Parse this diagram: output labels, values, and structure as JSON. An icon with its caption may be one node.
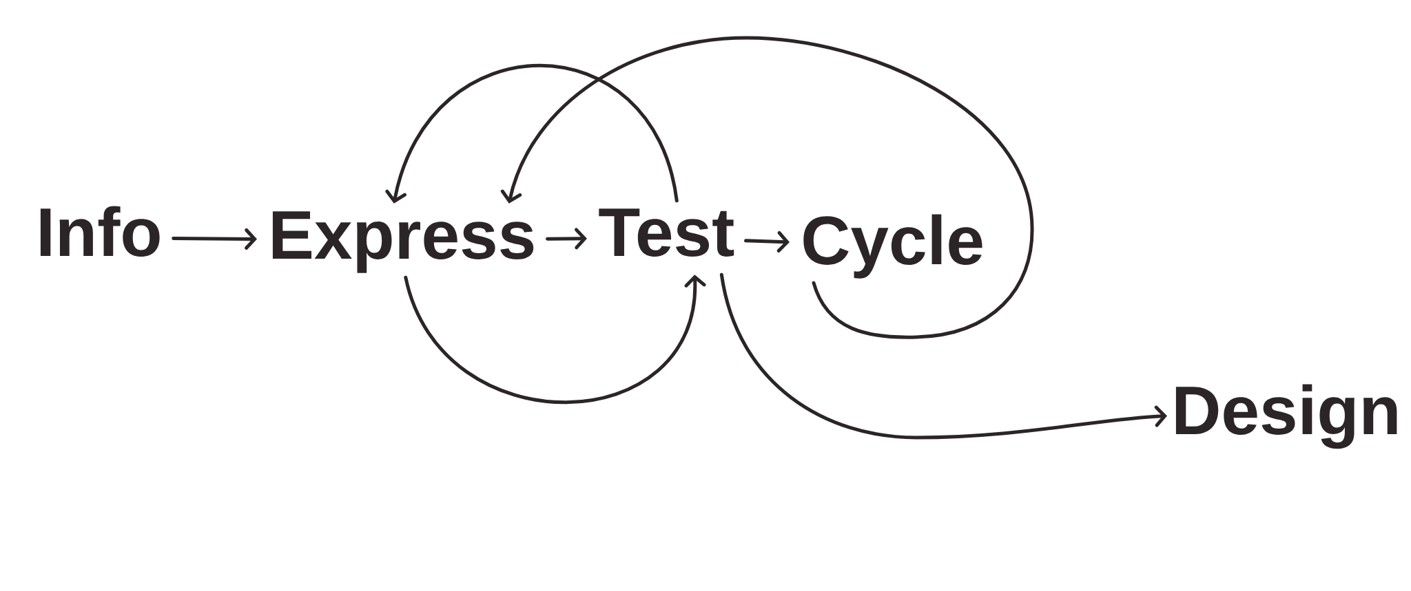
{
  "diagram": {
    "nodes": [
      {
        "text": [
          "Info"
        ]
      },
      {
        "text": [
          "Express"
        ]
      },
      {
        "text": [
          "Test"
        ]
      },
      {
        "text": [
          "Cycle"
        ]
      },
      {
        "text": [
          "Design"
        ]
      }
    ],
    "edges": [
      {
        "from": 0,
        "to": 1,
        "arrow": "to"
      },
      {
        "from": 1,
        "to": 2,
        "arrow": "to"
      },
      {
        "from": 2,
        "to": 3,
        "arrow": "to"
      },
      {
        "from": 2,
        "to": 1,
        "arrow": "to"
      },
      {
        "from": 3,
        "to": 1,
        "arrow": "to"
      },
      {
        "from": 1,
        "to": 2,
        "arrow": "to"
      },
      {
        "from": 2,
        "to": 4,
        "arrow": "to"
      }
    ]
  }
}
